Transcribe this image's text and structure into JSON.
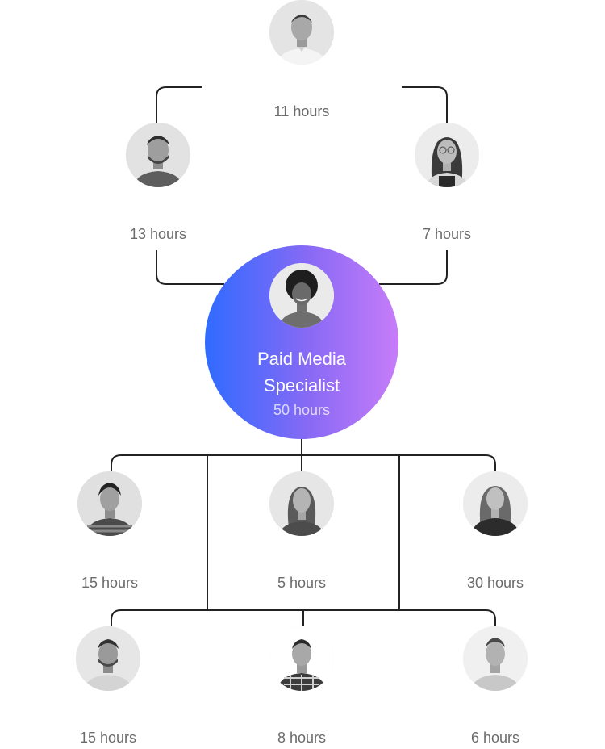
{
  "nodes": {
    "top": {
      "hours": "11 hours"
    },
    "upper_left": {
      "hours": "13 hours"
    },
    "upper_right": {
      "hours": "7 hours"
    },
    "center": {
      "title_line1": "Paid Media",
      "title_line2": "Specialist",
      "hours": "50 hours"
    },
    "row1_left": {
      "hours": "15 hours"
    },
    "row1_middle": {
      "hours": "5 hours"
    },
    "row1_right": {
      "hours": "30 hours"
    },
    "row2_left": {
      "hours": "15 hours"
    },
    "row2_middle": {
      "hours": "8 hours"
    },
    "row2_right": {
      "hours": "6 hours"
    }
  },
  "colors": {
    "gradient_start": "#2f6bff",
    "gradient_end": "#c77cf9",
    "connector": "#222222",
    "label": "#6b6b6b"
  }
}
